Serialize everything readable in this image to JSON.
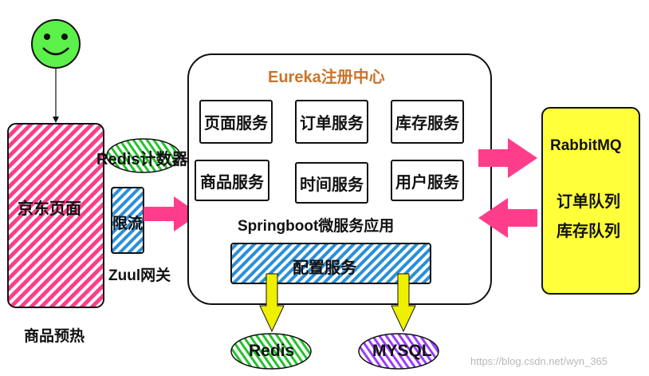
{
  "user": {
    "icon": "smiley-face-icon"
  },
  "jd_page": {
    "label": "京东页面",
    "caption": "商品预热"
  },
  "redis_counter": {
    "label": "Redis计数器"
  },
  "rate_limit": {
    "label": "限流"
  },
  "zuul": {
    "label": "Zuul网关"
  },
  "eureka": {
    "title": "Eureka注册中心",
    "services": [
      "页面服务",
      "订单服务",
      "库存服务",
      "商品服务",
      "时间服务",
      "用户服务"
    ],
    "app_label": "Springboot微服务应用"
  },
  "config": {
    "label": "配置服务"
  },
  "rabbitmq": {
    "title": "RabbitMQ",
    "queues": [
      "订单队列",
      "库存队列"
    ]
  },
  "redis": {
    "label": "Redis"
  },
  "mysql": {
    "label": "MYSQL"
  },
  "watermark": {
    "text": "https://blog.csdn.net/wyn_365"
  },
  "colors": {
    "accent_title": "#c8742a",
    "pink_hatch": "#ff3d8b",
    "blue_hatch": "#2a8fd8",
    "green_hatch": "#22c22a",
    "yellow_fill": "#ffff3a",
    "purple_hatch": "#9a3cff",
    "arrow_pink": "#ff3d8b",
    "arrow_yellow": "#eef000",
    "smiley_green": "#5cf04a"
  }
}
